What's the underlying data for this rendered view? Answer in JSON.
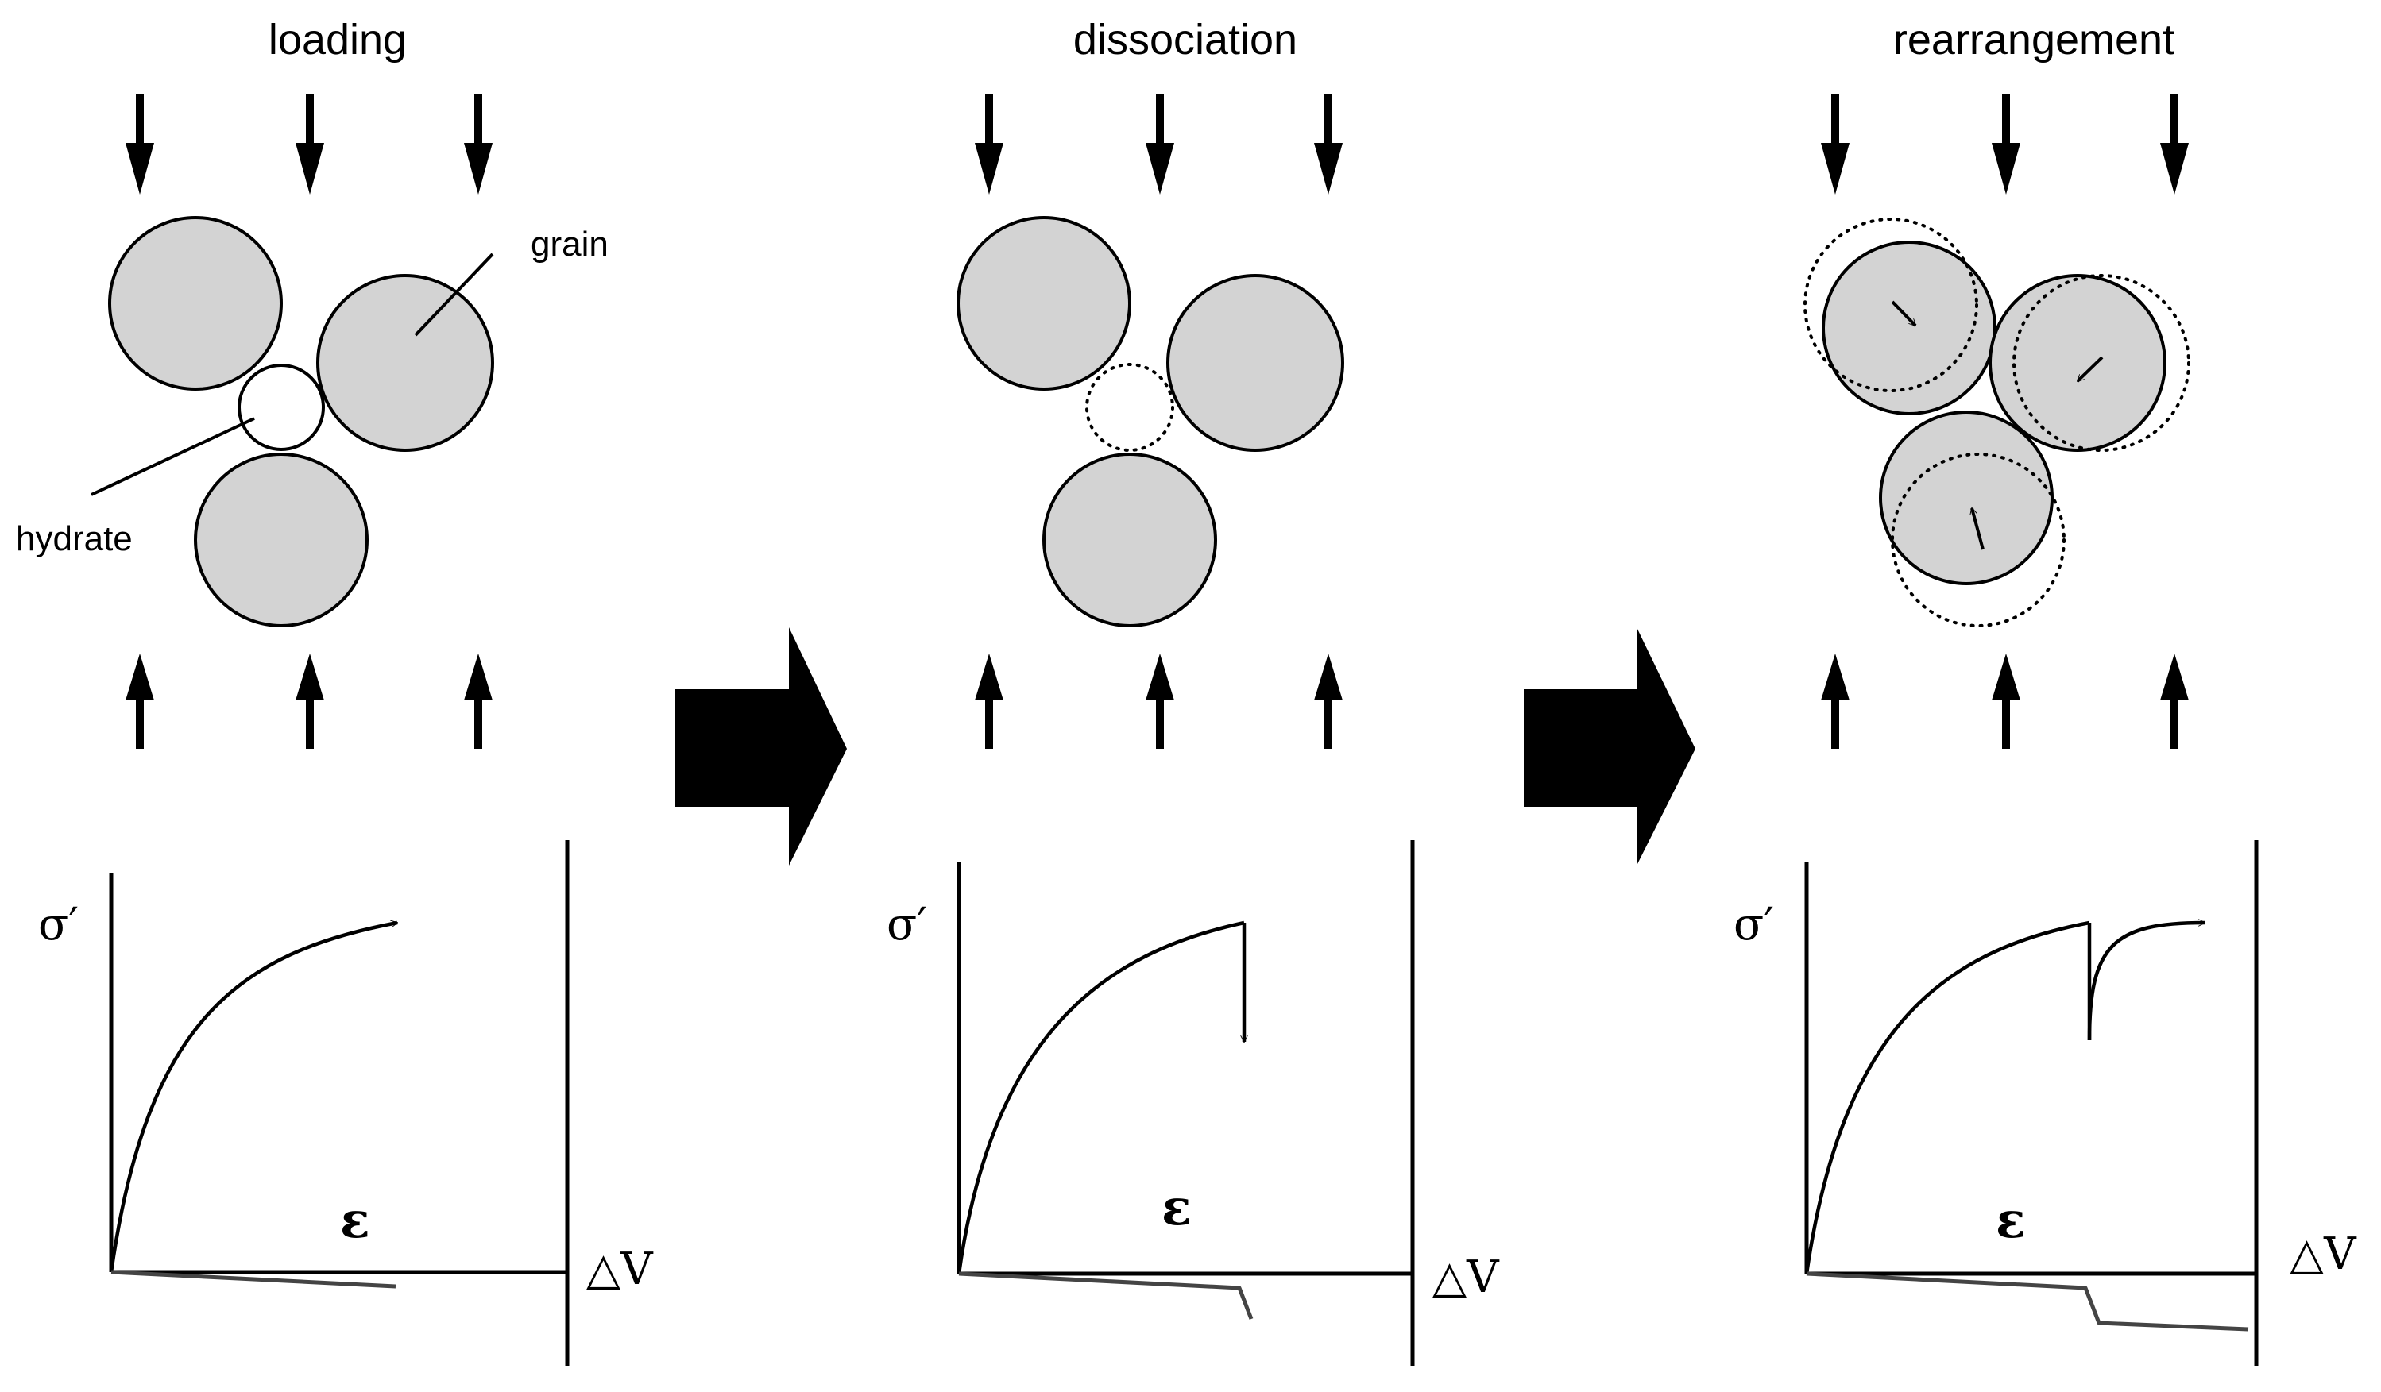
{
  "panels": [
    {
      "title": "loading"
    },
    {
      "title": "dissociation"
    },
    {
      "title": "rearrangement"
    }
  ],
  "labels": {
    "grain": "grain",
    "hydrate": "hydrate"
  },
  "axes": {
    "stress": "σ′",
    "strain": "ε",
    "volume": "△V"
  },
  "colors": {
    "grain_fill": "#d3d3d3",
    "stroke": "#000000",
    "volume_curve": "#444444"
  },
  "icons": [
    "down-arrow-icon",
    "up-arrow-icon",
    "block-arrow-right-icon",
    "movement-arrow-icon"
  ]
}
